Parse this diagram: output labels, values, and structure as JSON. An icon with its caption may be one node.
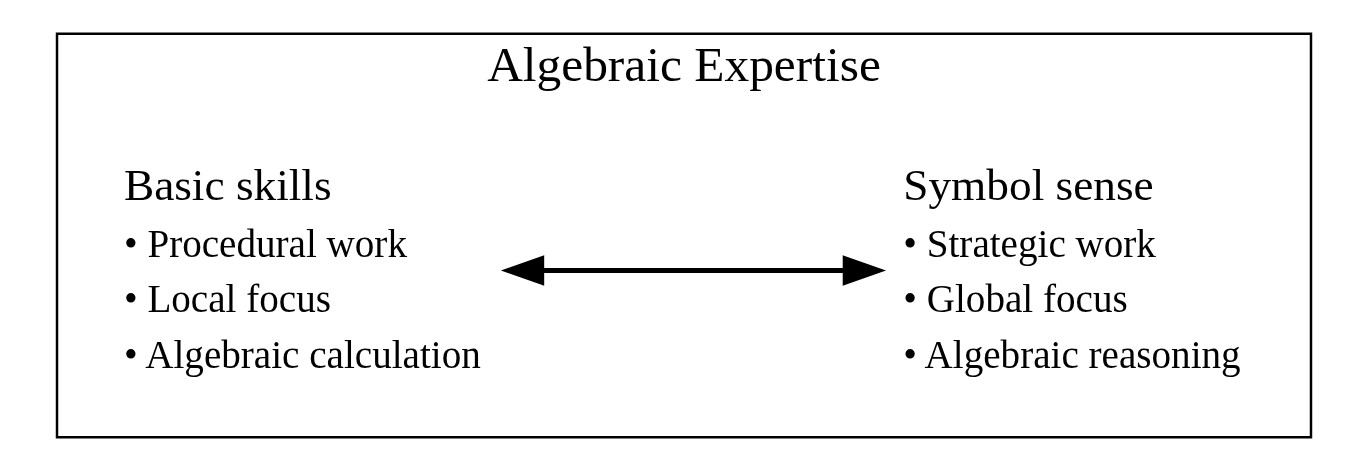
{
  "diagram": {
    "nodes": [
      {
        "text": [
          "Algebraic Expertise"
        ]
      },
      {
        "text": [
          "Basic skills",
          "• Procedural work",
          "• Local focus",
          "• Algebraic calculation"
        ],
        "in": 0
      },
      {
        "text": [
          "Symbol sense",
          "• Strategic work",
          "• Global focus",
          "• Algebraic reasoning"
        ],
        "in": 0
      }
    ],
    "edges": [
      {
        "from": 1,
        "to": 2,
        "arrow": "both"
      }
    ]
  }
}
